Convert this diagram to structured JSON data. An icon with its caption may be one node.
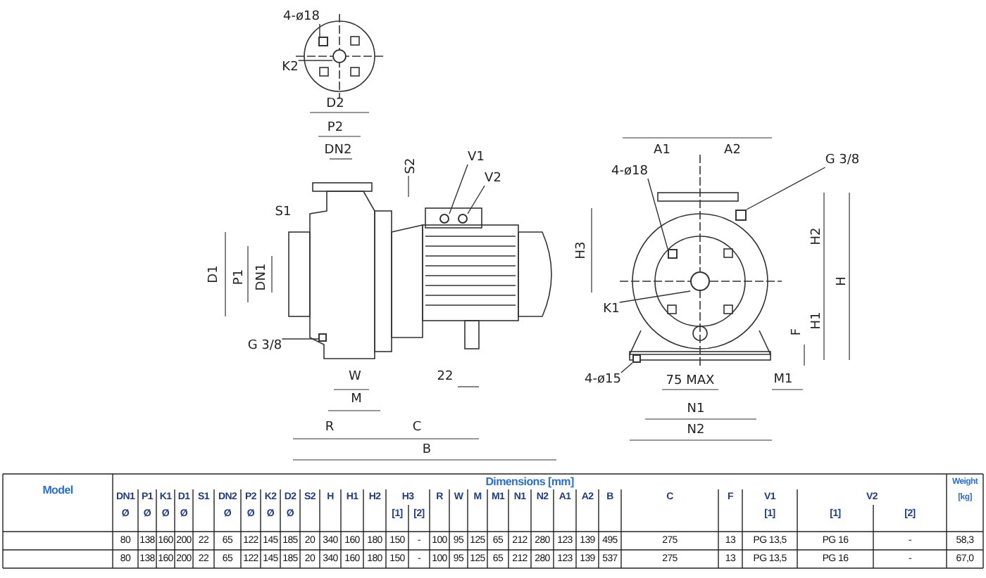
{
  "diagram": {
    "nodes": [
      {
        "text": [
          "4-ø18"
        ]
      },
      {
        "text": [
          "K2"
        ]
      },
      {
        "text": [
          "V1"
        ]
      },
      {
        "text": [
          "V2"
        ]
      },
      {
        "text": [
          "G 3/8"
        ]
      },
      {
        "text": [
          "4-ø18"
        ]
      },
      {
        "text": [
          "G 3/8"
        ]
      },
      {
        "text": [
          "K1"
        ]
      },
      {
        "text": [
          "4-ø15"
        ]
      },
      {
        "text": [],
        "shape": "box"
      },
      {
        "text": [],
        "shape": "circle"
      },
      {
        "text": [],
        "shape": "circle"
      },
      {
        "text": [],
        "shape": "circle"
      },
      {
        "text": [],
        "shape": "box"
      },
      {
        "text": [],
        "shape": "box"
      },
      {
        "text": [],
        "shape": "box"
      },
      {
        "text": [],
        "shape": "circle"
      },
      {
        "text": [],
        "shape": "box"
      }
    ],
    "edges": [
      {
        "from": 0,
        "to": 9,
        "arrow": "none"
      },
      {
        "from": 1,
        "to": 10,
        "arrow": "none"
      },
      {
        "from": 2,
        "to": 11,
        "arrow": "none"
      },
      {
        "from": 3,
        "to": 12,
        "arrow": "none"
      },
      {
        "from": 4,
        "to": 13,
        "arrow": "none"
      },
      {
        "from": 5,
        "to": 14,
        "arrow": "none"
      },
      {
        "from": 6,
        "to": 15,
        "arrow": "none"
      },
      {
        "from": 7,
        "to": 16,
        "arrow": "none"
      },
      {
        "from": 8,
        "to": 17,
        "arrow": "none"
      }
    ],
    "labels": [
      "D2",
      "P2",
      "DN2",
      "S2",
      "S1",
      "D1",
      "P1",
      "DN1",
      "H3",
      "W",
      "22",
      "M",
      "R",
      "C",
      "B",
      "A1",
      "A2",
      "H2",
      "H",
      "H1",
      "F",
      "75 MAX",
      "M1",
      "N1",
      "N2",
      "Model",
      "Dimensions [mm]",
      "Weight",
      "DN1",
      "P1",
      "K1",
      "D1",
      "S1",
      "DN2",
      "P2",
      "K2",
      "D2",
      "S2",
      "H",
      "H1",
      "H2",
      "H3",
      "R",
      "W",
      "M",
      "M1",
      "N1",
      "N2",
      "A1",
      "A2",
      "B",
      "C",
      "F",
      "V1",
      "V2",
      "[kg]",
      "Ø",
      "Ø",
      "Ø",
      "Ø",
      "Ø",
      "Ø",
      "Ø",
      "Ø",
      "[1]",
      "[2]",
      "[1]",
      "[1]",
      "[2]",
      "80",
      "138",
      "160",
      "200",
      "22",
      "65",
      "122",
      "145",
      "185",
      "20",
      "340",
      "160",
      "180",
      "150",
      "-",
      "100",
      "95",
      "125",
      "65",
      "212",
      "280",
      "123",
      "139",
      "495",
      "275",
      "13",
      "PG 13,5",
      "PG 16",
      "-",
      "58,3",
      "80",
      "138",
      "160",
      "200",
      "22",
      "65",
      "122",
      "145",
      "185",
      "20",
      "340",
      "160",
      "180",
      "150",
      "-",
      "100",
      "95",
      "125",
      "65",
      "212",
      "280",
      "123",
      "139",
      "537",
      "275",
      "13",
      "PG 13,5",
      "PG 16",
      "-",
      "67,0"
    ]
  }
}
